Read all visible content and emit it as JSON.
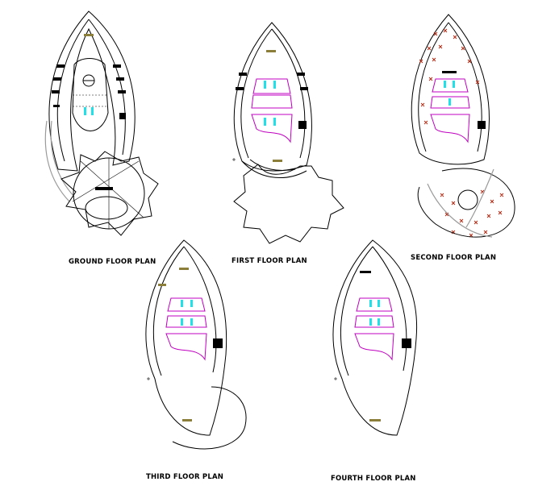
{
  "drawing": {
    "plans": [
      {
        "id": "ground",
        "label": "GROUND FLOOR PLAN"
      },
      {
        "id": "first",
        "label": "FIRST  FLOOR PLAN"
      },
      {
        "id": "second",
        "label": "SECOND FLOOR PLAN"
      },
      {
        "id": "third",
        "label": "THIRD FLOOR PLAN"
      },
      {
        "id": "fourth",
        "label": "FOURTH  FLOOR PLAN"
      }
    ]
  },
  "colors": {
    "line": "#000000",
    "partition_magenta": "#c000c0",
    "core_cyan": "#22e0e8",
    "furniture_olive": "#8b7d3a",
    "planting_red": "#b22a14",
    "ramp_grey": "#9a9a9a"
  }
}
